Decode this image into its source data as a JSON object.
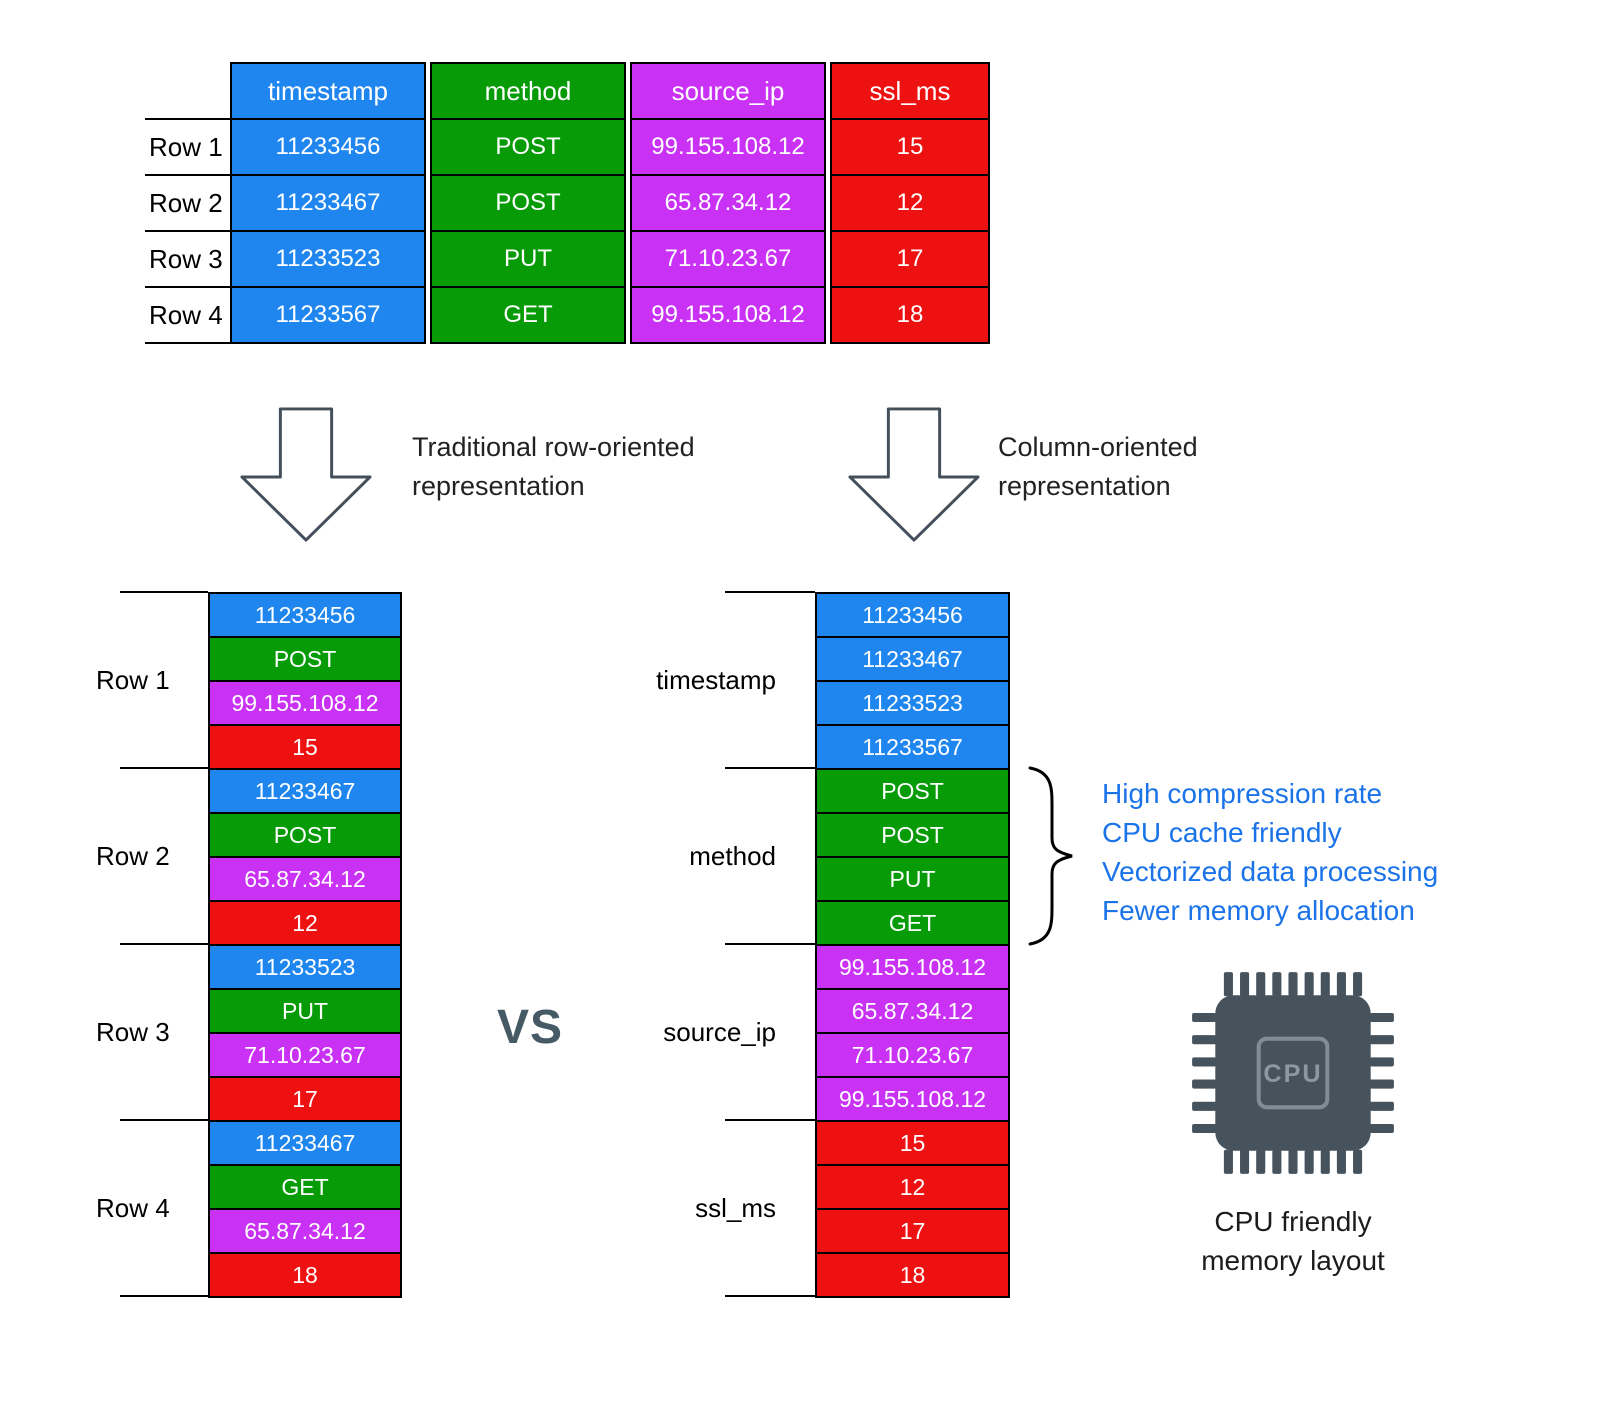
{
  "colors": {
    "timestamp": "#1e86ee",
    "method": "#079b07",
    "source_ip": "#c931f5",
    "ssl_ms": "#ee1111",
    "benefits_text": "#1a73e8",
    "cpu_body": "#46535d"
  },
  "table": {
    "columns": [
      "timestamp",
      "method",
      "source_ip",
      "ssl_ms"
    ],
    "row_labels": [
      "Row 1",
      "Row 2",
      "Row 3",
      "Row 4"
    ],
    "rows": [
      [
        "11233456",
        "POST",
        "99.155.108.12",
        "15"
      ],
      [
        "11233467",
        "POST",
        "65.87.34.12",
        "12"
      ],
      [
        "11233523",
        "PUT",
        "71.10.23.67",
        "17"
      ],
      [
        "11233567",
        "GET",
        "99.155.108.12",
        "18"
      ]
    ]
  },
  "flow": {
    "left_label_lines": [
      "Traditional row-oriented",
      "representation"
    ],
    "right_label_lines": [
      "Column-oriented",
      "representation"
    ]
  },
  "row_store": {
    "groups": [
      {
        "label": "Row 1",
        "cells": [
          "11233456",
          "POST",
          "99.155.108.12",
          "15"
        ]
      },
      {
        "label": "Row 2",
        "cells": [
          "11233467",
          "POST",
          "65.87.34.12",
          "12"
        ]
      },
      {
        "label": "Row 3",
        "cells": [
          "11233523",
          "PUT",
          "71.10.23.67",
          "17"
        ]
      },
      {
        "label": "Row 4",
        "cells": [
          "11233467",
          "GET",
          "65.87.34.12",
          "18"
        ]
      }
    ]
  },
  "vs_label": "VS",
  "column_store": {
    "groups": [
      {
        "label": "timestamp",
        "type": "timestamp",
        "values": [
          "11233456",
          "11233467",
          "11233523",
          "11233567"
        ]
      },
      {
        "label": "method",
        "type": "method",
        "values": [
          "POST",
          "POST",
          "PUT",
          "GET"
        ]
      },
      {
        "label": "source_ip",
        "type": "source_ip",
        "values": [
          "99.155.108.12",
          "65.87.34.12",
          "71.10.23.67",
          "99.155.108.12"
        ]
      },
      {
        "label": "ssl_ms",
        "type": "ssl_ms",
        "values": [
          "15",
          "12",
          "17",
          "18"
        ]
      }
    ]
  },
  "benefits": [
    "High compression rate",
    "CPU cache friendly",
    "Vectorized data processing",
    "Fewer memory allocation"
  ],
  "cpu": {
    "chip_label": "CPU",
    "caption": "CPU friendly memory layout"
  }
}
